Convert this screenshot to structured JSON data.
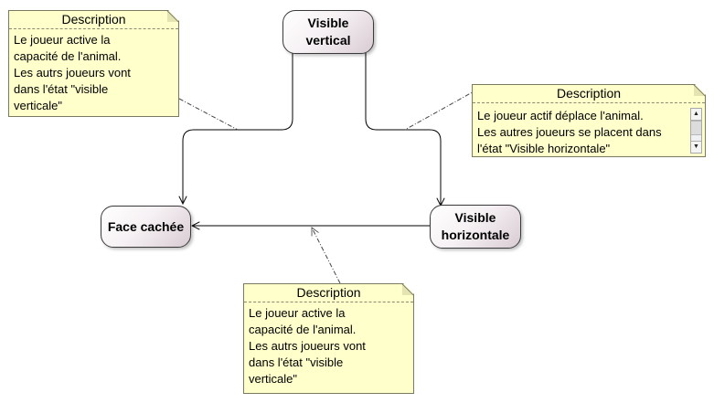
{
  "states": {
    "visible_vertical": "Visible\nvertical",
    "face_cachee": "Face cachée",
    "visible_horizontale": "Visible\nhorizontale"
  },
  "notes": {
    "note_top_left": {
      "title": "Description",
      "body": "Le joueur active la\ncapacité de l'animal.\nLes autrs joueurs vont\ndans l'état \"visible\nverticale\""
    },
    "note_right": {
      "title": "Description",
      "body": "Le joueur actif déplace l'animal.\nLes autres joueurs se placent dans\nl'état \"Visible horizontale\""
    },
    "note_bottom": {
      "title": "Description",
      "body": "Le joueur active la\ncapacité de l'animal.\nLes autrs joueurs vont\ndans l'état \"visible\nverticale\""
    }
  },
  "icons": {
    "scroll_up": "▲",
    "scroll_down": "▼"
  },
  "colors": {
    "note_fill": "#ffffcc",
    "state_gradient_end": "#d9ccd3",
    "line": "#000000"
  }
}
